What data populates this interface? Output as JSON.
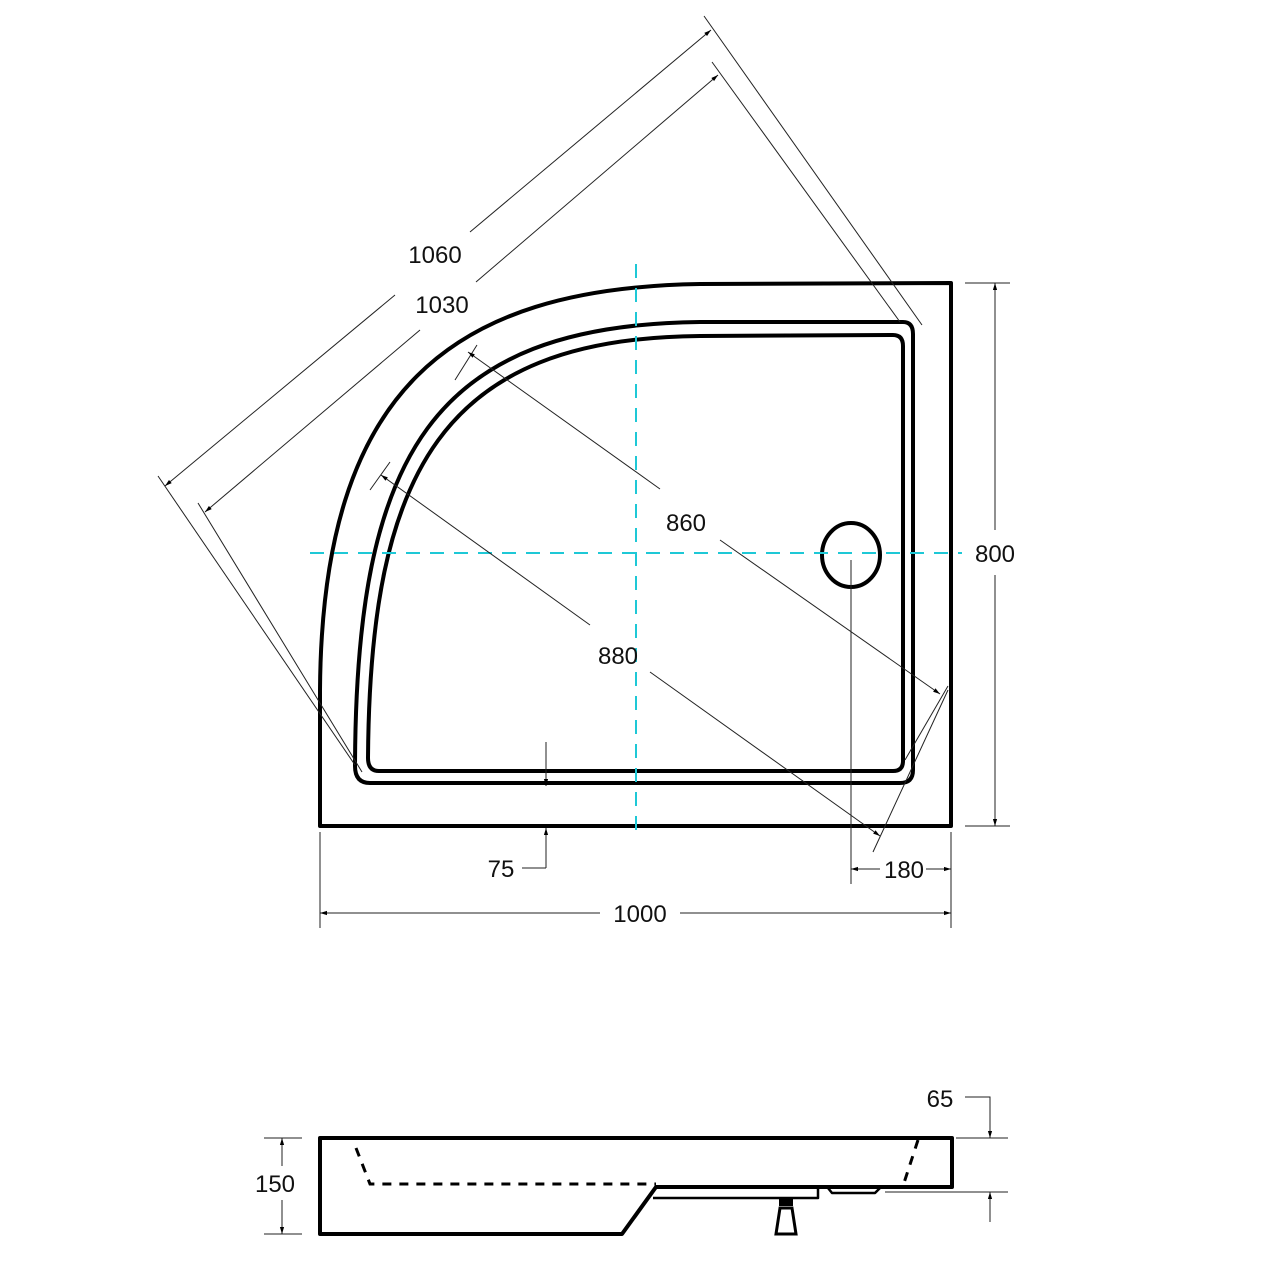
{
  "drawing": {
    "plan_view": {
      "dimensions": {
        "diagonal_outer": "1060",
        "diagonal_inner": "1030",
        "inner_diagonal_a": "860",
        "inner_diagonal_b": "880",
        "height": "800",
        "width": "1000",
        "rim_offset": "75",
        "drain_offset": "180"
      }
    },
    "side_view": {
      "dimensions": {
        "total_height": "150",
        "rim_height": "65"
      }
    },
    "colors": {
      "outline": "#000000",
      "centerline": "#1ec8d6"
    }
  }
}
